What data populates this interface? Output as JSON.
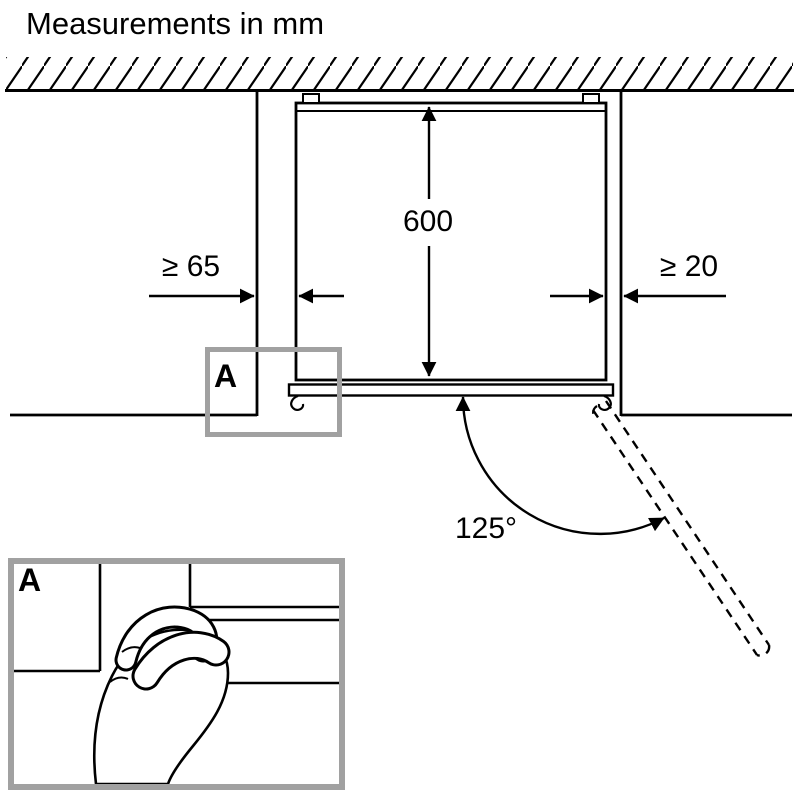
{
  "title": "Measurements in mm",
  "diagram": {
    "dimensions": {
      "depth": "600",
      "left_clearance": "≥ 65",
      "right_clearance": "≥ 20",
      "door_opening_angle": "125°"
    },
    "callout": {
      "label": "A"
    },
    "detail_view": {
      "label": "A"
    },
    "colors": {
      "line": "#000000",
      "callout_border": "#a1a1a1",
      "background": "#ffffff"
    }
  }
}
